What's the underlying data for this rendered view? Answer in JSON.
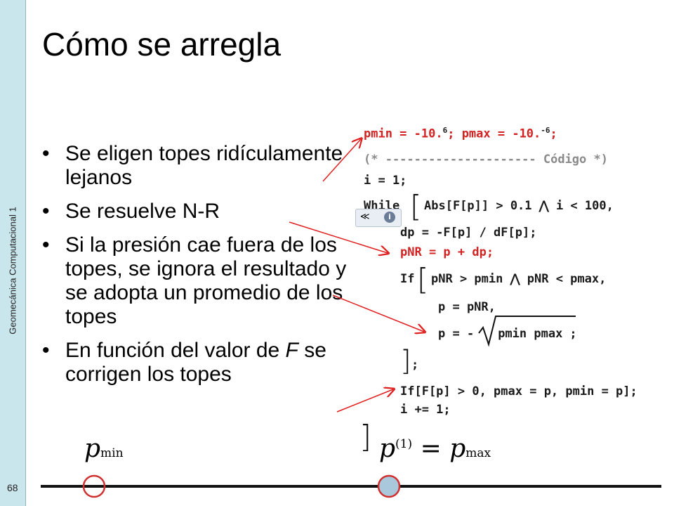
{
  "sidebar": {
    "course": "Geomecánica Computacional 1",
    "page_number": "68"
  },
  "title": "Cómo se arregla",
  "bullets": [
    {
      "text": "Se eligen topes ridículamente lejanos"
    },
    {
      "text": "Se resuelve N-R"
    },
    {
      "text": "Si la presión cae fuera de los topes, se ignora el resultado y se adopta un promedio de los topes"
    },
    {
      "text_italic": "F",
      "text": " se corrigen los topes",
      "prefix": "En función del valor de "
    }
  ],
  "code": {
    "line1_a": "pmin = -10.",
    "line1_exp1": "6",
    "line1_b": "; pmax = -10.",
    "line1_exp2": "-6",
    "line1_c": ";",
    "comment": "(* --------------------- Código *)",
    "line3": "i = 1;",
    "while": "While",
    "while_cond": "Abs[F[p]] > 0.1 ⋀ i < 100,",
    "dp": "dp = -F[p] / dF[p];",
    "pnr": "pNR = p + dp;",
    "if_kw": "If",
    "if_cond": "pNR > pmin ⋀ pNR < pmax,",
    "p_eq": "p = pNR,",
    "p_sqrt_prefix": "p = -",
    "p_sqrt_body": "pmin pmax",
    "p_sqrt_suffix": ";",
    "close_if": ";",
    "if2": "If[F[p] > 0, pmax = p, pmin = p];",
    "inc": "i += 1;"
  },
  "cell_tools": {
    "left_icon": "≪",
    "info_icon": "i"
  },
  "math": {
    "pmin_base": "p",
    "pmin_sub": "min",
    "p1_base": "p",
    "p1_sup": "(1)",
    "eq": "=",
    "pmax_base": "p",
    "pmax_sub": "max"
  }
}
